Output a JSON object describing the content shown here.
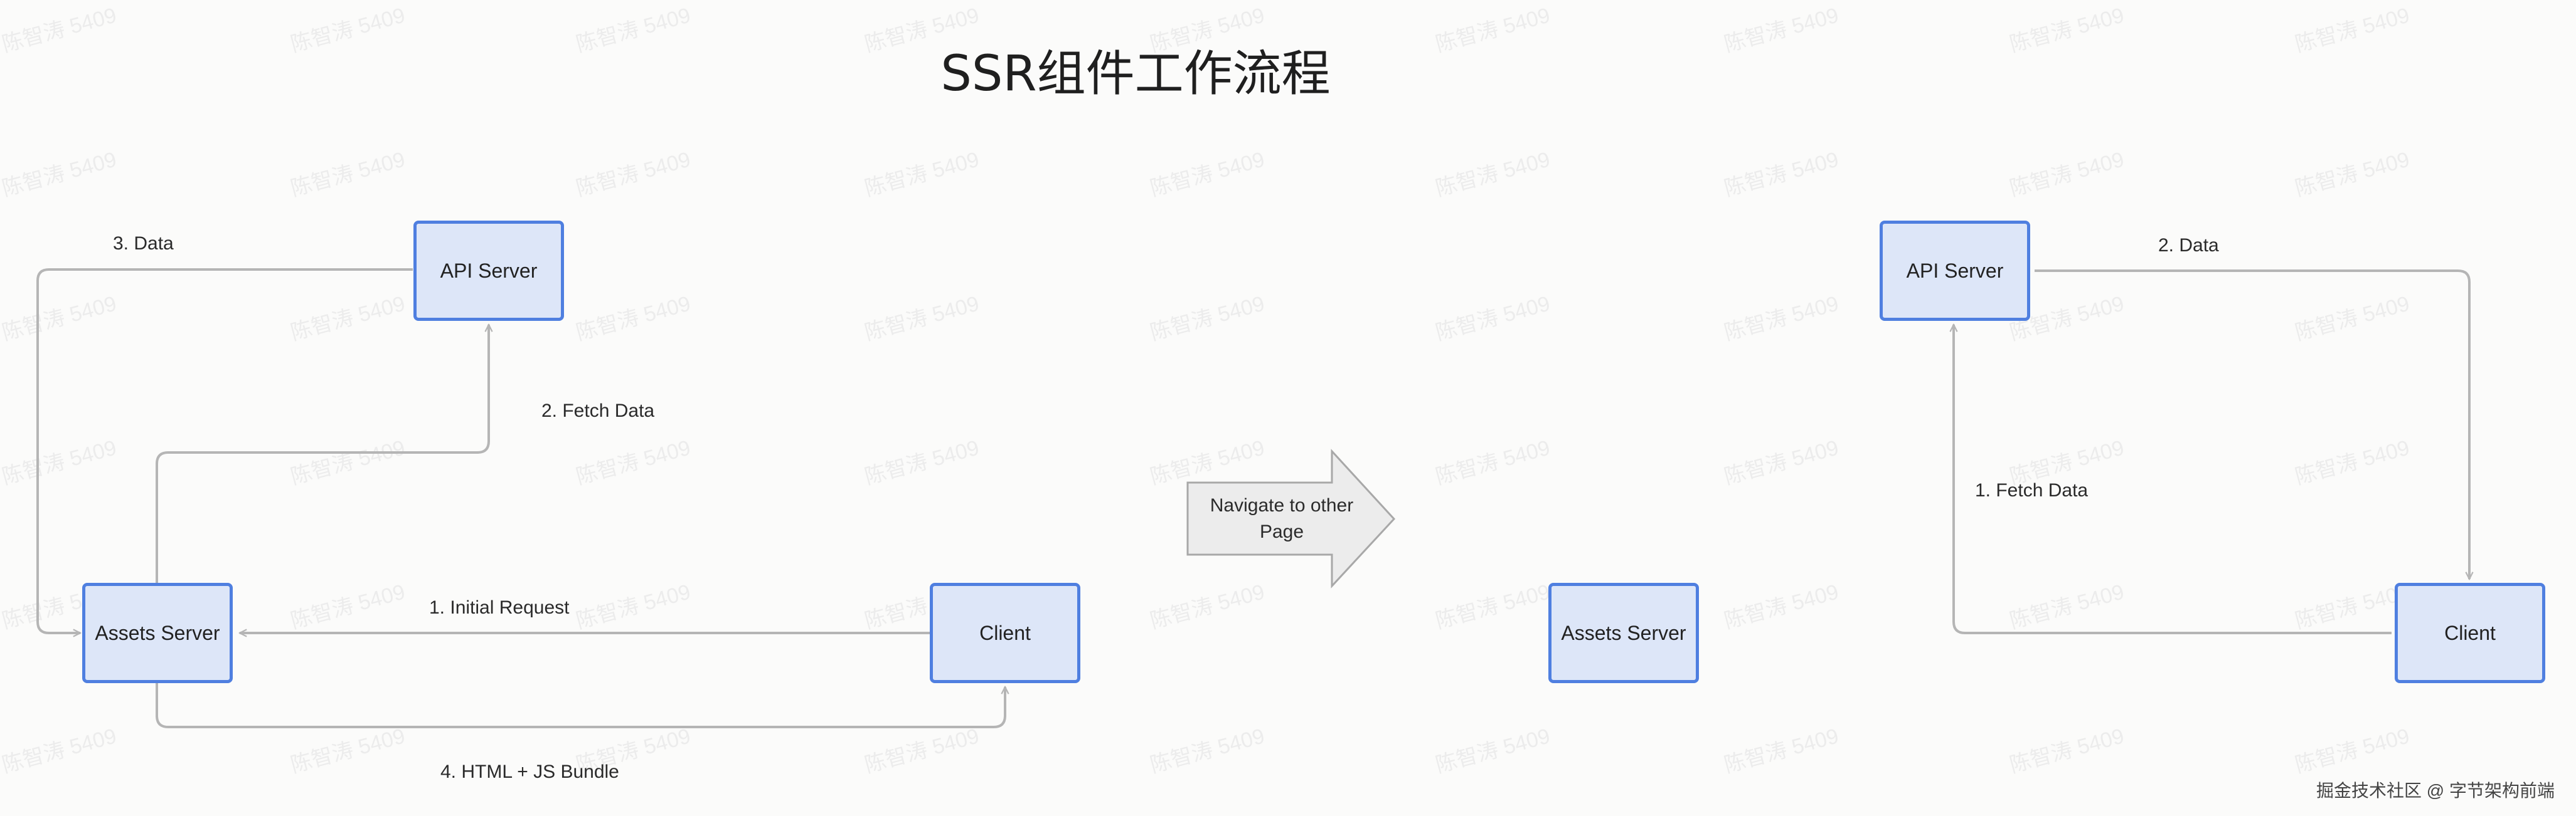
{
  "title": "SSR组件工作流程",
  "left_diagram": {
    "nodes": {
      "api_server": "API Server",
      "assets_server": "Assets Server",
      "client": "Client"
    },
    "edges": {
      "initial_request": "1. Initial Request",
      "fetch_data": "2. Fetch Data",
      "data": "3. Data",
      "html_js_bundle": "4. HTML + JS Bundle"
    }
  },
  "transition": {
    "label_line1": "Navigate to other",
    "label_line2": "Page"
  },
  "right_diagram": {
    "nodes": {
      "api_server": "API Server",
      "assets_server": "Assets Server",
      "client": "Client"
    },
    "edges": {
      "fetch_data": "1. Fetch Data",
      "data": "2. Data"
    }
  },
  "watermark": "陈智涛 5409",
  "credit": "掘金技术社区 @ 字节架构前端",
  "colors": {
    "node_fill": "#dde6f8",
    "node_border": "#4f7fe0",
    "connector": "#b5b5b5",
    "transition_arrow_fill": "#ececec",
    "transition_arrow_border": "#a8a8a8"
  }
}
